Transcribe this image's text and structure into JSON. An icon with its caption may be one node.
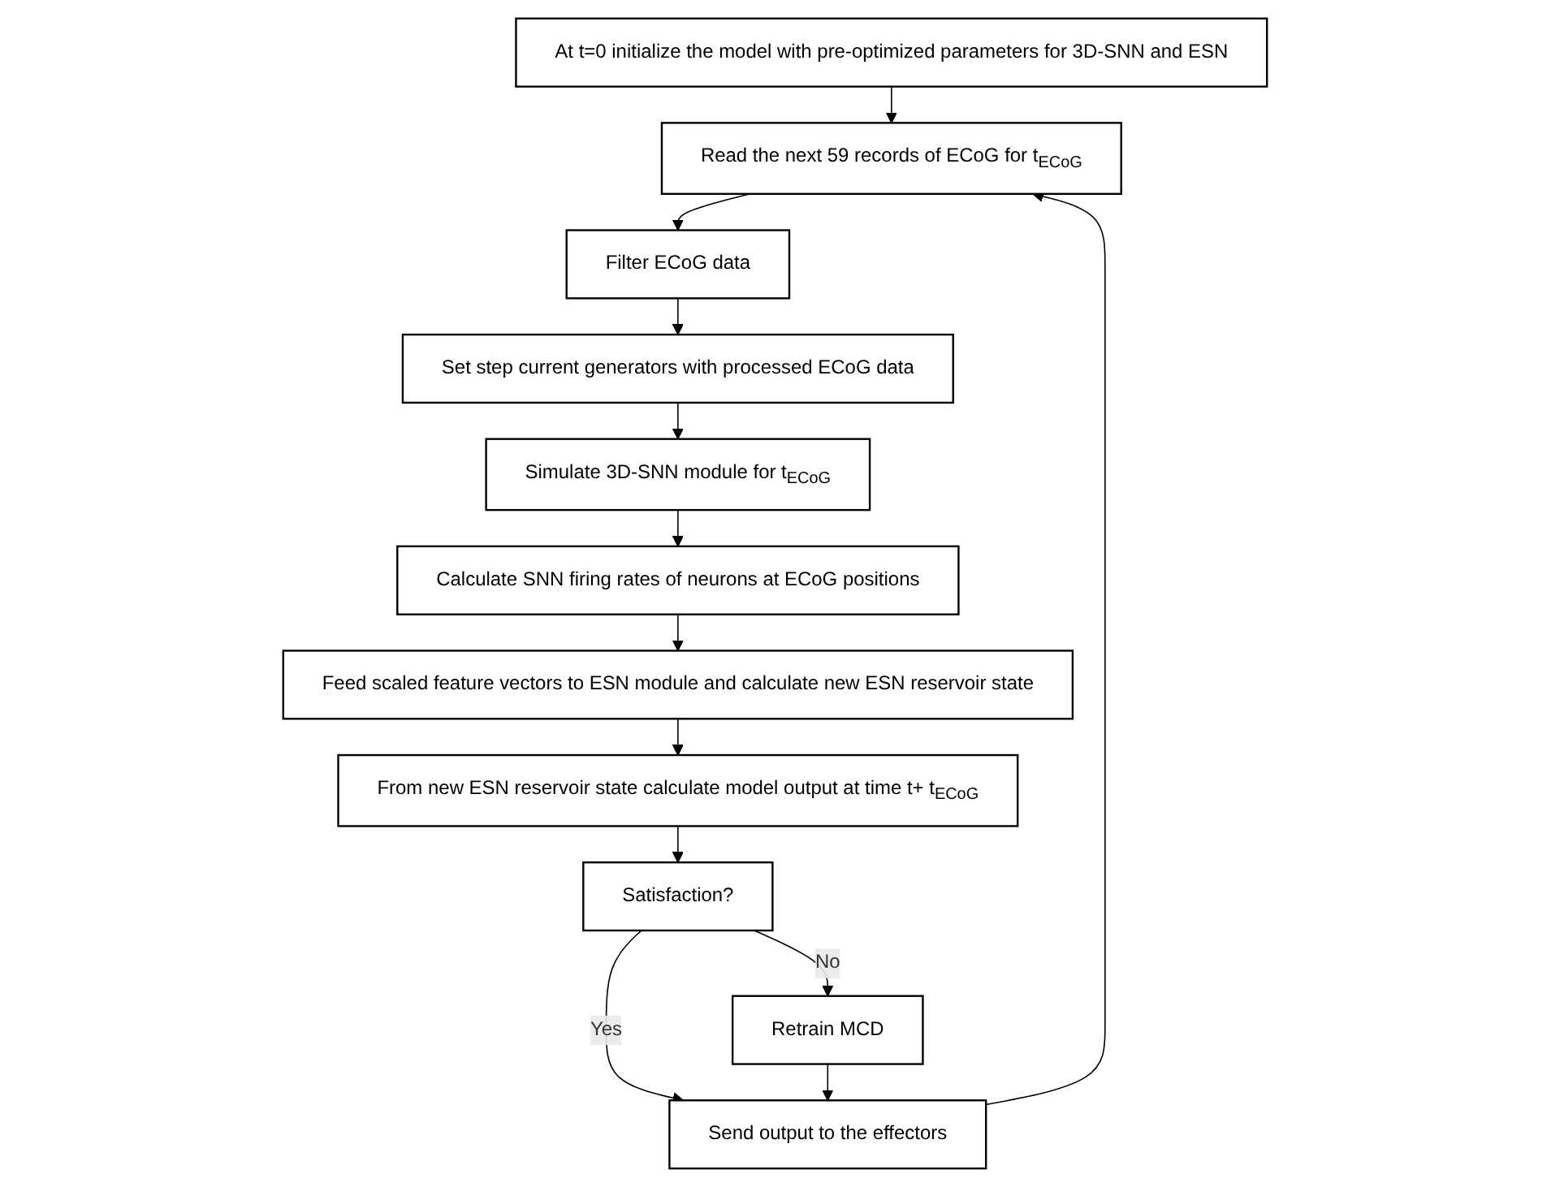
{
  "diagram": {
    "nodes": [
      {
        "text": [
          "At t=0 initialize the model with pre-optimized parameters for 3D-SNN and ESN"
        ]
      },
      {
        "text": [
          "Read the next 59 records of ECoG for t$_{ECoG}$"
        ]
      },
      {
        "text": [
          "Filter ECoG data"
        ]
      },
      {
        "text": [
          "Set step current generators with processed ECoG data"
        ]
      },
      {
        "text": [
          "Simulate 3D-SNN module for t$_{ECoG}$"
        ]
      },
      {
        "text": [
          "Calculate SNN firing rates of neurons at ECoG positions"
        ]
      },
      {
        "text": [
          "Feed scaled feature vectors to ESN module and calculate new ESN reservoir state"
        ]
      },
      {
        "text": [
          "From new ESN reservoir state calculate model output at time t+ t$_{ECoG}$"
        ]
      },
      {
        "text": [
          "Satisfaction?"
        ]
      },
      {
        "text": [
          "Send output to the effectors"
        ]
      },
      {
        "text": [
          "Retrain MCD"
        ]
      }
    ],
    "edges": [
      {
        "from": 0,
        "to": 1,
        "arrow": "to"
      },
      {
        "from": 1,
        "to": 2,
        "arrow": "to"
      },
      {
        "from": 2,
        "to": 3,
        "arrow": "to"
      },
      {
        "from": 3,
        "to": 4,
        "arrow": "to"
      },
      {
        "from": 4,
        "to": 5,
        "arrow": "to"
      },
      {
        "from": 5,
        "to": 6,
        "arrow": "to"
      },
      {
        "from": 6,
        "to": 7,
        "arrow": "to"
      },
      {
        "from": 7,
        "to": 8,
        "arrow": "to"
      },
      {
        "from": 8,
        "to": 9,
        "arrow": "to",
        "label": "Yes"
      },
      {
        "from": 8,
        "to": 10,
        "arrow": "to",
        "label": "No"
      },
      {
        "from": 10,
        "to": 9,
        "arrow": "to"
      },
      {
        "from": 9,
        "to": 1,
        "arrow": "to"
      }
    ]
  }
}
